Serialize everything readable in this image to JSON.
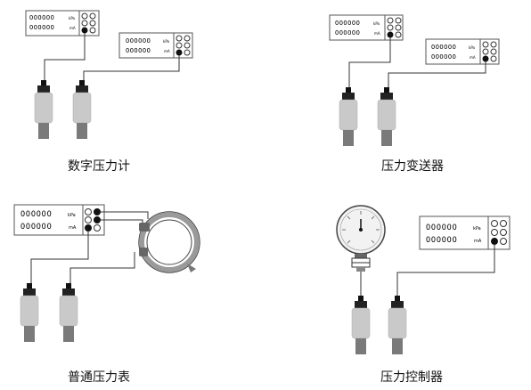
{
  "panels": [
    {
      "caption": "数字压力计",
      "instruments": [
        {
          "digits": "OOOOOO",
          "units": [
            "kPa",
            "mA"
          ],
          "ports": [
            "open",
            "open",
            "open",
            "open",
            "filled",
            "open"
          ]
        },
        {
          "digits": "OOOOOO",
          "units": [
            "kPa",
            "mA"
          ],
          "ports": [
            "open",
            "open",
            "open",
            "open",
            "filled",
            "open"
          ]
        }
      ],
      "connected_device": null
    },
    {
      "caption": "压力变送器",
      "instruments": [
        {
          "digits": "OOOOOO",
          "units": [
            "kPa",
            "mA"
          ],
          "ports": [
            "open",
            "open",
            "open",
            "open",
            "filled",
            "open"
          ]
        },
        {
          "digits": "OOOOOO",
          "units": [
            "kPa",
            "mA"
          ],
          "ports": [
            "open",
            "open",
            "open",
            "open",
            "filled",
            "open"
          ]
        }
      ],
      "connected_device": null
    },
    {
      "caption": "普通压力表",
      "instruments": [
        {
          "digits": "OOOOOO",
          "units": [
            "kPa",
            "mA"
          ],
          "ports": [
            "open",
            "filled",
            "open",
            "filled",
            "filled",
            "open"
          ]
        }
      ],
      "connected_device": "ring-clamp"
    },
    {
      "caption": "压力控制器",
      "instruments": [
        {
          "digits": "OOOOOO",
          "units": [
            "kPa",
            "mA"
          ],
          "ports": [
            "open",
            "open",
            "open",
            "open",
            "filled",
            "open"
          ]
        }
      ],
      "connected_device": "pressure-gauge"
    }
  ],
  "colors": {
    "line": "#333333",
    "box_border": "#555555",
    "probe_body": "#c7c7c7",
    "probe_cap": "#111111",
    "gauge_face": "#f2f2f2"
  }
}
